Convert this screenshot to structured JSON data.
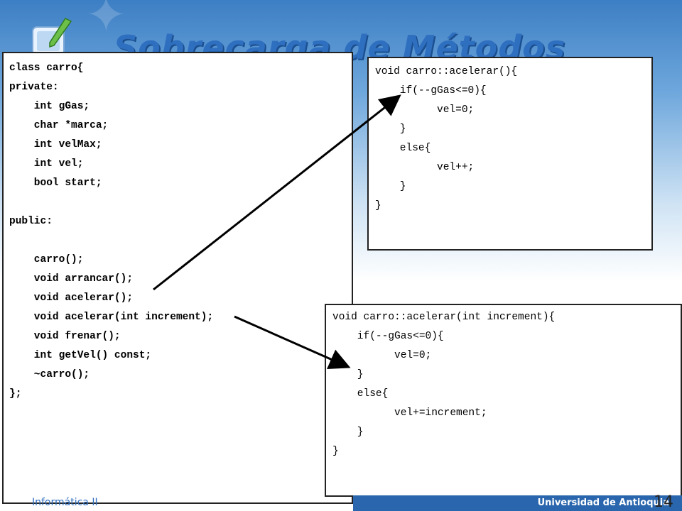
{
  "slide": {
    "title": "Sobrecarga de Métodos",
    "footer_left": "Informática II",
    "footer_right": "Universidad de Antioquia",
    "page_number": "14"
  },
  "class_box": {
    "lines": [
      "class carro{",
      "private:",
      "    int gGas;",
      "    char *marca;",
      "    int velMax;",
      "    int vel;",
      "    bool start;",
      "",
      "public:",
      "",
      "    carro();",
      "    void arrancar();",
      "    void acelerar();",
      "    void acelerar(int increment);",
      "    void frenar();",
      "    int getVel() const;",
      "    ~carro();",
      "};"
    ]
  },
  "method_box_1": {
    "lines": [
      "void carro::acelerar(){",
      "    if(--gGas<=0){",
      "          vel=0;",
      "    }",
      "    else{",
      "          vel++;",
      "    }",
      "}"
    ]
  },
  "method_box_2": {
    "lines": [
      "void carro::acelerar(int increment){",
      "    if(--gGas<=0){",
      "          vel=0;",
      "    }",
      "    else{",
      "          vel+=increment;",
      "    }",
      "}"
    ]
  },
  "icons": {
    "logo": "notebook-pencil-icon",
    "arrow1": "arrow-icon",
    "arrow2": "arrow-icon"
  }
}
